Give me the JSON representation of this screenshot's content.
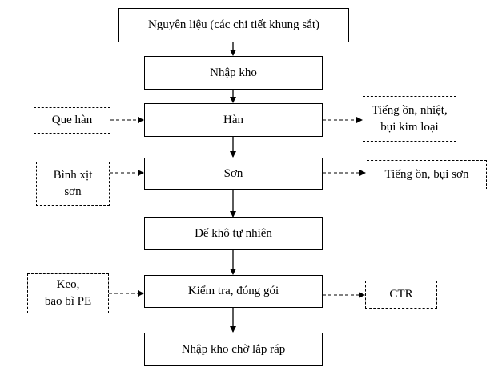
{
  "process": [
    "Nguyên liệu (các chi tiết khung sắt)",
    "Nhập kho",
    "Hàn",
    "Sơn",
    "Để khô tự nhiên",
    "Kiểm tra, đóng gói",
    "Nhập kho chờ lắp ráp"
  ],
  "inputs": {
    "han": "Que hàn",
    "son": "Bình xịt\nsơn",
    "kiem_tra": "Keo,\nbao bì PE"
  },
  "outputs": {
    "han": "Tiếng ồn, nhiệt,\nbụi kim loại",
    "son": "Tiếng ồn, bụi sơn",
    "kiem_tra": "CTR"
  }
}
